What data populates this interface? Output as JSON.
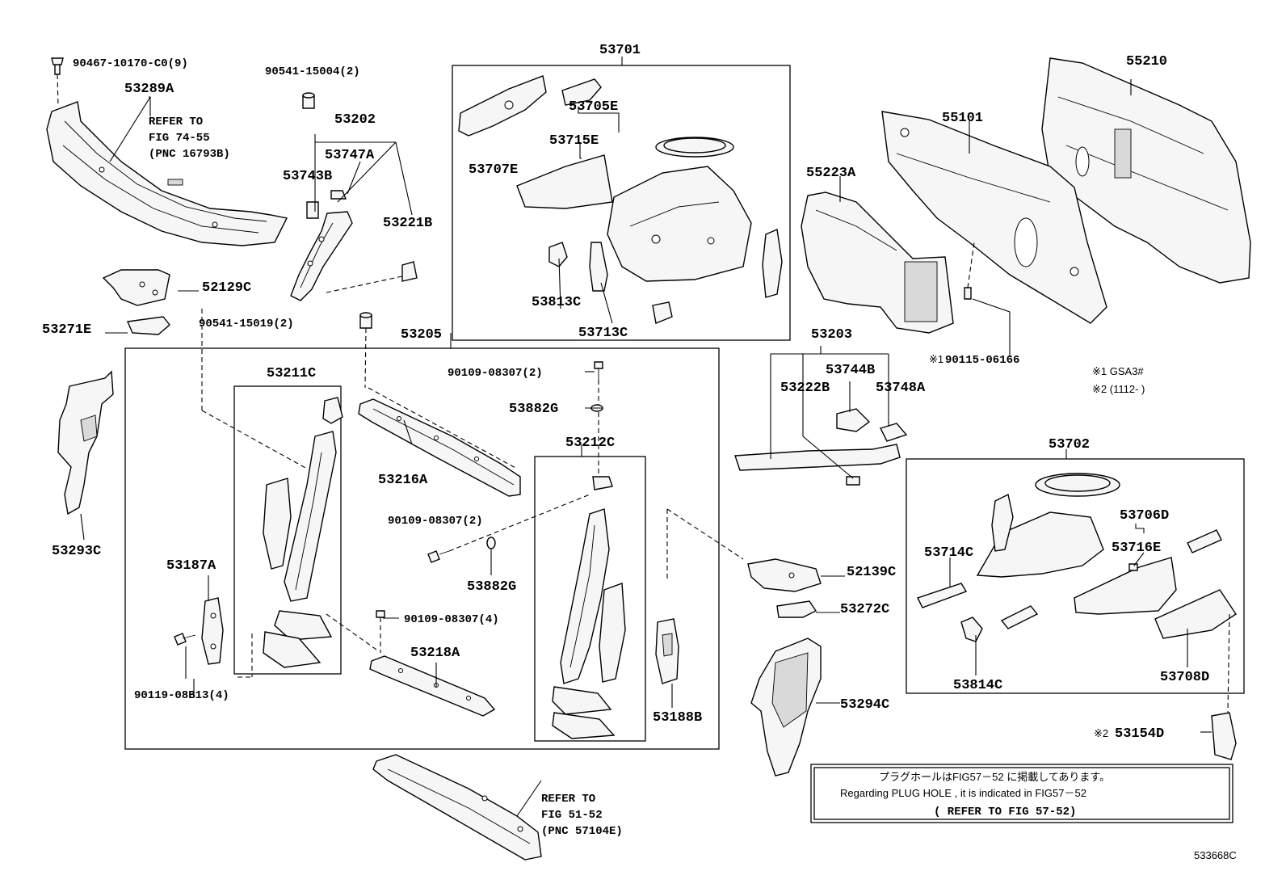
{
  "diagram_id": "533668C",
  "parts": [
    {
      "id": "90467-10170-C0(9)"
    },
    {
      "id": "53289A"
    },
    {
      "id": "90541-15004(2)"
    },
    {
      "id": "53202"
    },
    {
      "id": "53747A"
    },
    {
      "id": "53743B"
    },
    {
      "id": "53221B"
    },
    {
      "id": "52129C"
    },
    {
      "id": "53271E"
    },
    {
      "id": "90541-15019(2)"
    },
    {
      "id": "53205"
    },
    {
      "id": "53211C"
    },
    {
      "id": "53293C"
    },
    {
      "id": "53216A"
    },
    {
      "id": "90109-08307(2)"
    },
    {
      "id": "53882G"
    },
    {
      "id": "53212C"
    },
    {
      "id": "90109-08307(2)"
    },
    {
      "id": "53882G"
    },
    {
      "id": "53187A"
    },
    {
      "id": "90109-08307(4)"
    },
    {
      "id": "53218A"
    },
    {
      "id": "90119-08B13(4)"
    },
    {
      "id": "53188B"
    },
    {
      "id": "53701"
    },
    {
      "id": "53705E"
    },
    {
      "id": "53715E"
    },
    {
      "id": "53707E"
    },
    {
      "id": "53813C"
    },
    {
      "id": "53713C"
    },
    {
      "id": "55210"
    },
    {
      "id": "55101"
    },
    {
      "id": "55223A"
    },
    {
      "id": "90115-06166"
    },
    {
      "id": "53203"
    },
    {
      "id": "53744B"
    },
    {
      "id": "53222B"
    },
    {
      "id": "53748A"
    },
    {
      "id": "53702"
    },
    {
      "id": "53706D"
    },
    {
      "id": "53716E"
    },
    {
      "id": "53714C"
    },
    {
      "id": "53814C"
    },
    {
      "id": "53708D"
    },
    {
      "id": "52139C"
    },
    {
      "id": "53272C"
    },
    {
      "id": "53294C"
    },
    {
      "id": "53154D"
    }
  ],
  "refer_1": [
    "REFER TO",
    "FIG 74-55",
    "(PNC 16793B)"
  ],
  "refer_2": [
    "REFER TO",
    "FIG 51-52",
    "(PNC 57104E)"
  ],
  "marks": {
    "m1": "※1",
    "m2": "※2",
    "legend_1": "※1 GSA3#",
    "legend_2": "※2 (1112-     )"
  },
  "notice": [
    "プラグホールはFIG57－52 に掲載してあります。",
    "Regarding  PLUG HOLE , it is indicated in FIG57－52",
    "(   REFER TO FIG 57-52)"
  ]
}
